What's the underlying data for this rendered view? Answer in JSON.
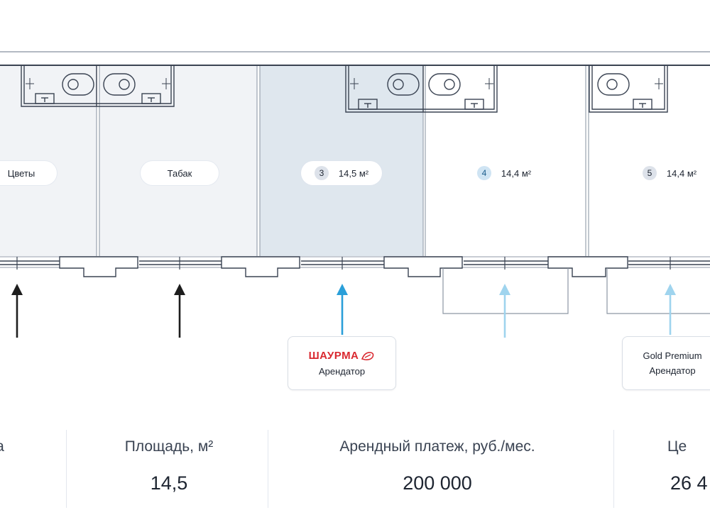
{
  "units": [
    {
      "name": "Цветы",
      "number": "",
      "area": ""
    },
    {
      "name": "Табак",
      "number": "",
      "area": ""
    },
    {
      "name": "",
      "number": "3",
      "area": "14,5 м²",
      "highlighted": true
    },
    {
      "name": "",
      "number": "4",
      "area": "14,4 м²"
    },
    {
      "name": "",
      "number": "5",
      "area": "14,4 м²"
    }
  ],
  "tenants": [
    {
      "brand": "ШАУРМА",
      "role": "Арендатор"
    },
    {
      "brand": "Gold Premium",
      "role": "Арендатор"
    }
  ],
  "stats": [
    {
      "label": "а",
      "value": ""
    },
    {
      "label": "Площадь, м²",
      "value": "14,5"
    },
    {
      "label": "Арендный платеж, руб./мес.",
      "value": "200 000"
    },
    {
      "label": "Це",
      "value": "26 4"
    }
  ],
  "colors": {
    "highlight_fill": "#dfe7ee",
    "accent_arrow": "#2a9fd9",
    "light_arrow": "#9fd4ee",
    "dark_arrow": "#1d1d1d",
    "brand_red": "#d9282f",
    "wall": "#3a4352"
  }
}
